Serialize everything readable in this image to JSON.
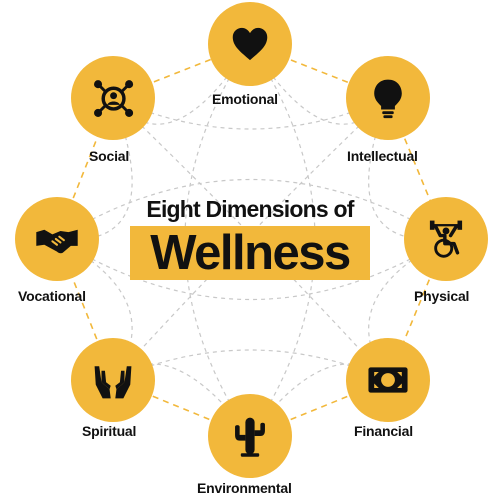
{
  "title": {
    "line1": "Eight Dimensions of",
    "line2": "Wellness"
  },
  "colors": {
    "accent": "#f2b83b",
    "text": "#111111",
    "ring_dash": "#f2b83b",
    "inner_dash": "#c8c8c8"
  },
  "dimensions": [
    {
      "label": "Emotional",
      "icon": "heart-icon"
    },
    {
      "label": "Intellectual",
      "icon": "lightbulb-icon"
    },
    {
      "label": "Physical",
      "icon": "wheelchair-weightlifting-icon"
    },
    {
      "label": "Financial",
      "icon": "banknote-icon"
    },
    {
      "label": "Environmental",
      "icon": "cactus-icon"
    },
    {
      "label": "Spiritual",
      "icon": "open-hands-icon"
    },
    {
      "label": "Vocational",
      "icon": "handshake-icon"
    },
    {
      "label": "Social",
      "icon": "people-network-icon"
    }
  ]
}
